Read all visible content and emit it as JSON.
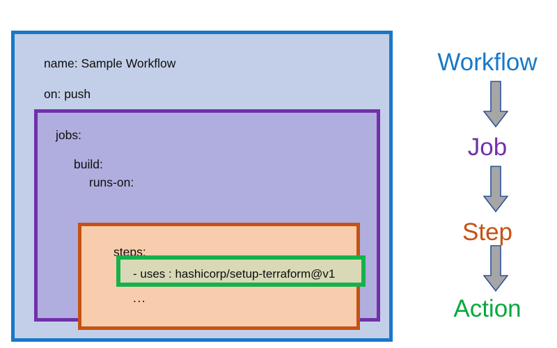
{
  "diagram": {
    "title_context": "GitHub Actions workflow YAML structure",
    "yaml_boxes": {
      "workflow": {
        "box_name": "workflow-box",
        "border_color": "#1878c8",
        "fill_color": "#c3cfe9",
        "lines": [
          "name: Sample Workflow",
          "on: push"
        ]
      },
      "job": {
        "box_name": "job-box",
        "border_color": "#7130ab",
        "fill_color": "#b0aede",
        "lines": [
          "jobs:",
          "build:",
          "runs-on:"
        ]
      },
      "step": {
        "box_name": "step-box",
        "border_color": "#c55212",
        "fill_color": "#f8cdae",
        "lines": [
          "steps:",
          "..."
        ]
      },
      "action": {
        "box_name": "action-box",
        "border_color": "#16b14b",
        "fill_color": "#d9d9b7",
        "lines": [
          "- uses : hashicorp/setup-terraform@v1"
        ]
      }
    },
    "legend": {
      "items": [
        {
          "label": "Workflow",
          "color": "#1878c8"
        },
        {
          "label": "Job",
          "color": "#7130ab"
        },
        {
          "label": "Step",
          "color": "#c55212"
        },
        {
          "label": "Action",
          "color": "#08a83e"
        }
      ],
      "arrows": {
        "count": 3,
        "direction": "down",
        "fill_color": "#a6a6a6",
        "outline_color": "#2e5395",
        "icon": "arrow-down-icon"
      }
    }
  }
}
